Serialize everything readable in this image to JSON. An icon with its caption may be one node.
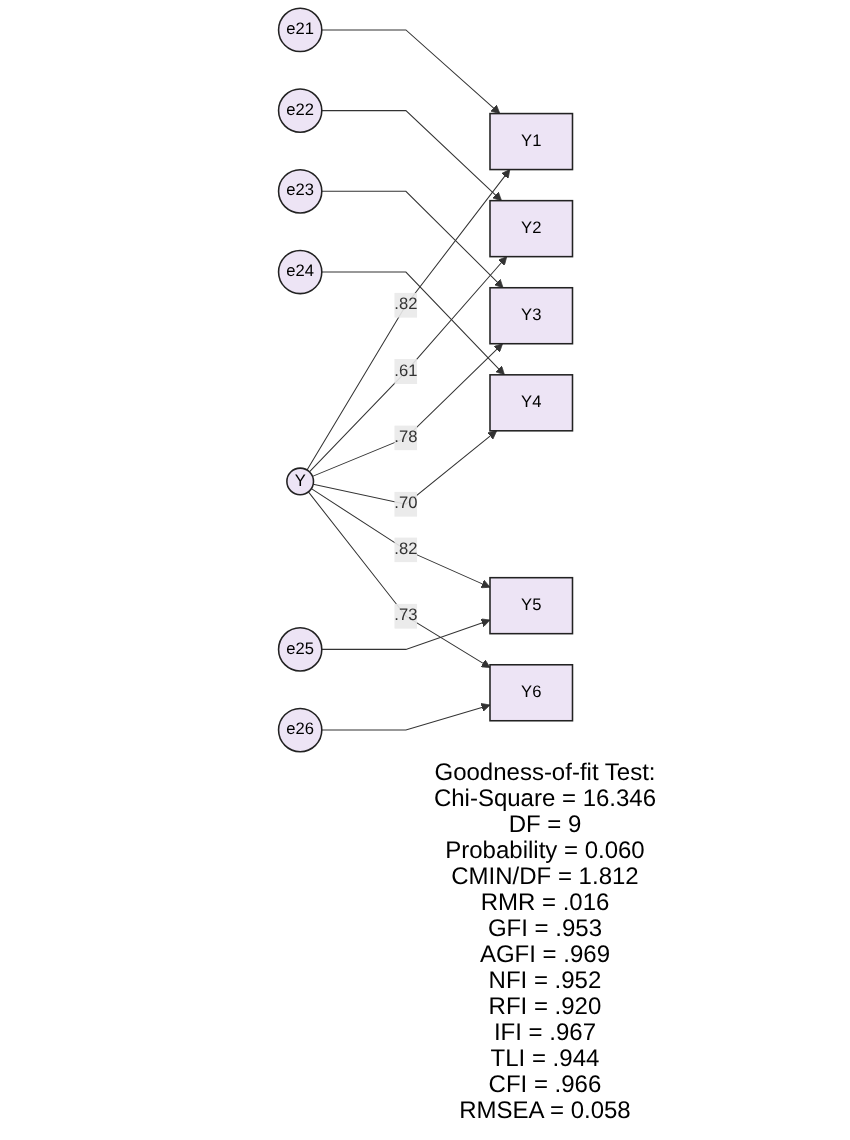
{
  "diagram": {
    "nodes": [
      {
        "text": [
          "e21"
        ]
      },
      {
        "text": [
          "e22"
        ]
      },
      {
        "text": [
          "e23"
        ]
      },
      {
        "text": [
          "e24"
        ]
      },
      {
        "text": [
          "e25"
        ]
      },
      {
        "text": [
          "e26"
        ]
      },
      {
        "text": [
          "Y1"
        ]
      },
      {
        "text": [
          "Y2"
        ]
      },
      {
        "text": [
          "Y3"
        ]
      },
      {
        "text": [
          "Y4"
        ]
      },
      {
        "text": [
          "Y5"
        ]
      },
      {
        "text": [
          "Y6"
        ]
      },
      {
        "text": [
          "Y"
        ]
      }
    ],
    "edges": [
      {
        "from": 0,
        "to": 6,
        "arrow": "to"
      },
      {
        "from": 1,
        "to": 7,
        "arrow": "to"
      },
      {
        "from": 2,
        "to": 8,
        "arrow": "to"
      },
      {
        "from": 3,
        "to": 9,
        "arrow": "to"
      },
      {
        "from": 4,
        "to": 10,
        "arrow": "to"
      },
      {
        "from": 5,
        "to": 11,
        "arrow": "to"
      },
      {
        "from": 12,
        "to": 6,
        "arrow": "to",
        "label": ".82"
      },
      {
        "from": 12,
        "to": 7,
        "arrow": "to",
        "label": ".61"
      },
      {
        "from": 12,
        "to": 8,
        "arrow": "to",
        "label": ".78"
      },
      {
        "from": 12,
        "to": 9,
        "arrow": "to",
        "label": ".70"
      },
      {
        "from": 12,
        "to": 10,
        "arrow": "to",
        "label": ".82"
      },
      {
        "from": 12,
        "to": 11,
        "arrow": "to",
        "label": ".73"
      }
    ],
    "labels": [
      "Goodness-of-fit Test:",
      "Chi-Square = 16.346",
      "DF = 9",
      "Probability = 0.060",
      "CMIN/DF = 1.812",
      "RMR = .016",
      "GFI = .953",
      "AGFI = .969",
      "NFI = .952",
      "RFI = .920",
      "IFI = .967",
      "TLI = .944",
      "CFI = .966",
      "RMSEA = 0.058"
    ]
  }
}
